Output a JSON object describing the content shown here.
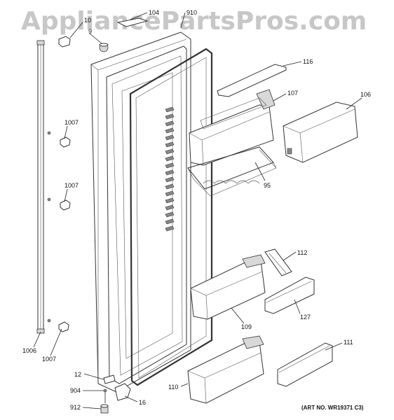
{
  "watermark": "AppliancePartsPros.com",
  "art_number": "(ART NO. WR19371 C3)",
  "callouts": {
    "c104": "104",
    "c910": "910",
    "c10": "10",
    "c9": "9",
    "c116": "116",
    "c107": "107",
    "c106": "106",
    "c1007a": "1007",
    "c1007b": "1007",
    "c1007c": "1007",
    "c95": "95",
    "c112": "112",
    "c127": "127",
    "c109": "109",
    "c111": "111",
    "c1006": "1006",
    "c12": "12",
    "c904": "904",
    "c110": "110",
    "c16": "16",
    "c912": "912"
  }
}
